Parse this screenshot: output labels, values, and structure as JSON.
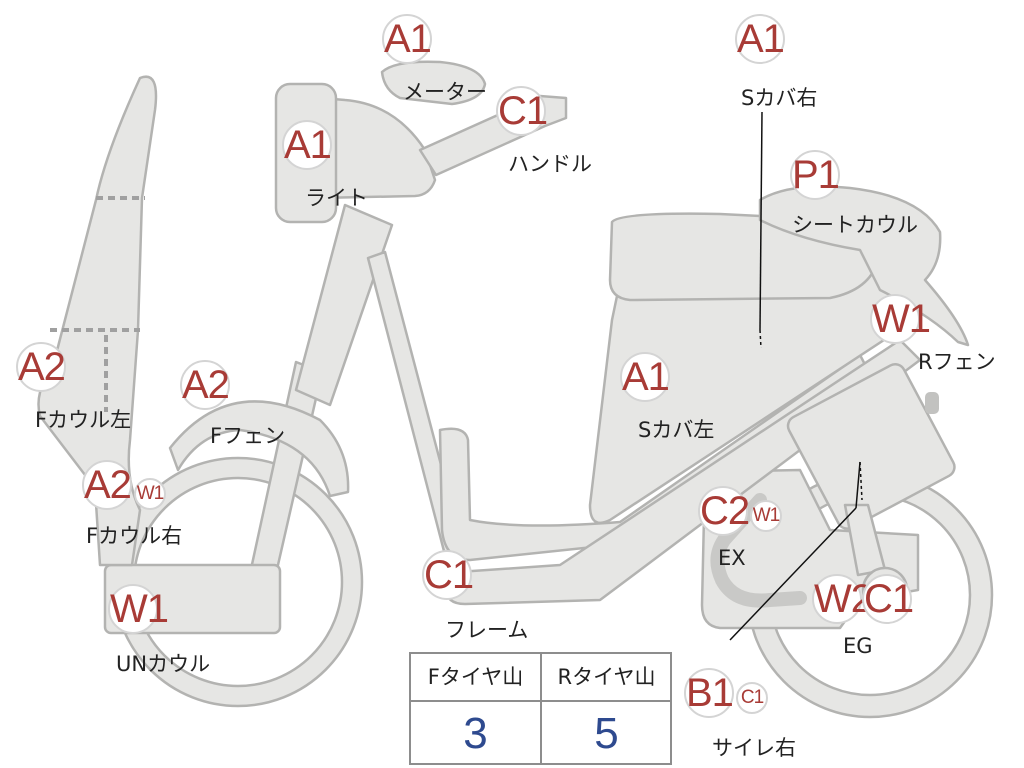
{
  "parts": {
    "meter": {
      "grade": "A1",
      "label": "メーター"
    },
    "s_cover_right": {
      "grade": "A1",
      "label": "Sカバ右"
    },
    "handle": {
      "grade": "C1",
      "label": "ハンドル"
    },
    "light": {
      "grade": "A1",
      "label": "ライト"
    },
    "seat_cowl": {
      "grade": "P1",
      "label": "シートカウル"
    },
    "r_fender": {
      "grade": "W1",
      "label": "Rフェン"
    },
    "f_cowl_left": {
      "grade": "A2",
      "label": "Fカウル左"
    },
    "f_fender": {
      "grade": "A2",
      "label": "Fフェン"
    },
    "s_cover_left": {
      "grade": "A1",
      "label": "Sカバ左"
    },
    "f_cowl_right": {
      "grade": "A2",
      "extra": "W1",
      "label": "Fカウル右"
    },
    "exhaust": {
      "grade": "C2",
      "extra": "W1",
      "label": "EX"
    },
    "under_cowl": {
      "grade": "W1",
      "label": "UNカウル"
    },
    "frame": {
      "grade": "C1",
      "label": "フレーム"
    },
    "engine": {
      "grade": "W2",
      "extra": "C1",
      "label": "EG"
    },
    "side_stand_right": {
      "grade": "B1",
      "extra": "C1",
      "label": "サイレ右"
    }
  },
  "tire_table": {
    "front_header": "Fタイヤ山",
    "rear_header": "Rタイヤ山",
    "front_value": "3",
    "rear_value": "5"
  },
  "colors": {
    "grade_text": "#a83b36",
    "tire_value": "#2e4a8f",
    "body_fill": "#e6e6e4",
    "body_stroke": "#b3b3b1"
  }
}
